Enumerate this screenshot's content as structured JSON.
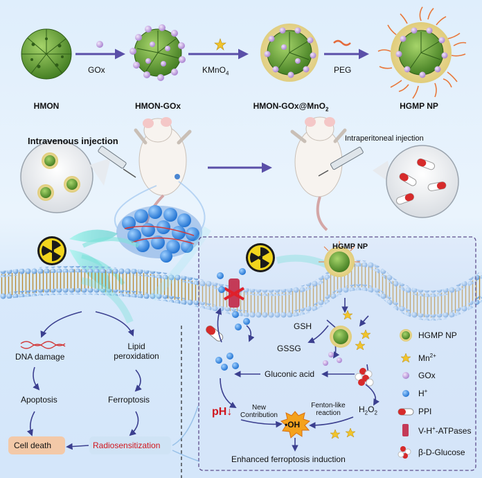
{
  "synthesis": {
    "step_reagents": [
      "GOx",
      "KMnO4",
      "PEG"
    ],
    "particles": [
      "HMON",
      "HMON-GOx",
      "HMON-GOx@MnO2",
      "HGMP NP"
    ]
  },
  "injection": {
    "left_label": "Intravenous injection",
    "right_label": "Intraperitoneal injection"
  },
  "cell_left": {
    "dna_damage": "DNA damage",
    "lipid_peroxidation_1": "Lipid",
    "lipid_peroxidation_2": "peroxidation",
    "apoptosis": "Apoptosis",
    "ferroptosis": "Ferroptosis",
    "cell_death": "Cell death",
    "radiosensitization": "Radiosensitization"
  },
  "cell_right": {
    "box_title": "HGMP NP",
    "gsh": "GSH",
    "gssg": "GSSG",
    "gluconic_acid": "Gluconic acid",
    "h2o2": "H2O2",
    "ph": "pH",
    "new_contribution_1": "New",
    "new_contribution_2": "Contribution",
    "fenton_1": "Fenton-like",
    "fenton_2": "reaction",
    "oh": "•OH",
    "enhanced": "Enhanced ferroptosis induction"
  },
  "legend": [
    {
      "icon": "nanoparticle-icon",
      "label": "HGMP NP"
    },
    {
      "icon": "star-icon",
      "label": "Mn2+"
    },
    {
      "icon": "purple-sphere-icon",
      "label": "GOx"
    },
    {
      "icon": "blue-sphere-icon",
      "label": "H+"
    },
    {
      "icon": "capsule-icon",
      "label": "PPI"
    },
    {
      "icon": "pump-icon",
      "label": "V-H+-ATPases"
    },
    {
      "icon": "glucose-icon",
      "label": "β-D-Glucose"
    }
  ],
  "colors": {
    "arrow": "#5a4fa8",
    "green_core": "#5e9e32",
    "gox_purple": "#c9a6e6",
    "mno2_yellow": "#e8d99a",
    "red_text": "#d0141c",
    "membrane_blue": "#7fb0e0",
    "tail_yellow": "#c9a23a"
  }
}
